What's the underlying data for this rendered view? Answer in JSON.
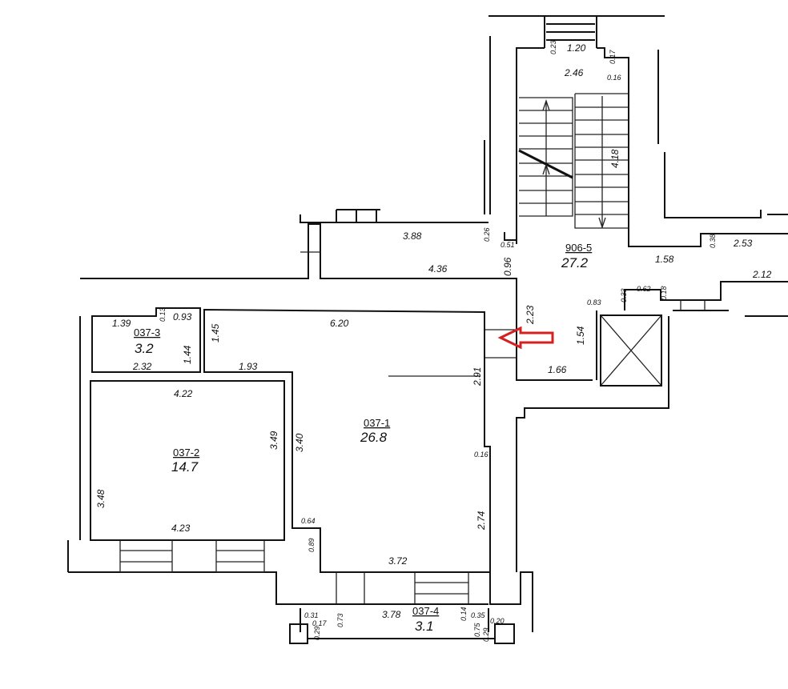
{
  "rooms": [
    {
      "id": "906-5",
      "area": "27.2"
    },
    {
      "id": "037-1",
      "area": "26.8"
    },
    {
      "id": "037-2",
      "area": "14.7"
    },
    {
      "id": "037-3",
      "area": "3.2"
    },
    {
      "id": "037-4",
      "area": "3.1"
    }
  ],
  "dims": {
    "stair_top": "1.20",
    "stair_w": "2.46",
    "stair_a": "0.23",
    "stair_b": "0.17",
    "stair_c": "0.16",
    "stair_len": "4.18",
    "s_a": "0.26",
    "s_b": "0.51",
    "s_c": "0.96",
    "c388": "3.88",
    "c436": "4.36",
    "c158": "1.58",
    "c038": "0.38",
    "c253": "2.53",
    "c212": "2.12",
    "c223": "2.23",
    "c154": "1.54",
    "c166": "1.66",
    "c083": "0.83",
    "c033": "0.33",
    "c062": "0.62",
    "c018": "0.18",
    "r3_139": "1.39",
    "r3_013": "0.13",
    "r3_093": "0.93",
    "r3_144": "1.44",
    "r3_232": "2.32",
    "r1_145": "1.45",
    "r1_620": "6.20",
    "r1_193": "1.93",
    "r1_291": "2.91",
    "r1_340": "3.40",
    "r1_016": "0.16",
    "r1_274": "2.74",
    "r1_064": "0.64",
    "r1_089": "0.89",
    "r1_372": "3.72",
    "r2_422": "4.22",
    "r2_349": "3.49",
    "r2_348": "3.48",
    "r2_423": "4.23",
    "r4_031": "0.31",
    "r4_017": "0.17",
    "r4_029": "0.29",
    "r4_073": "0.73",
    "r4_378": "3.78",
    "r4_014": "0.14",
    "r4_035": "0.35",
    "r4_075": "0.75",
    "r4_020": "0.20",
    "r4_029b": "0.29"
  },
  "colors": {
    "marker": "#d42020",
    "line": "#111111"
  }
}
